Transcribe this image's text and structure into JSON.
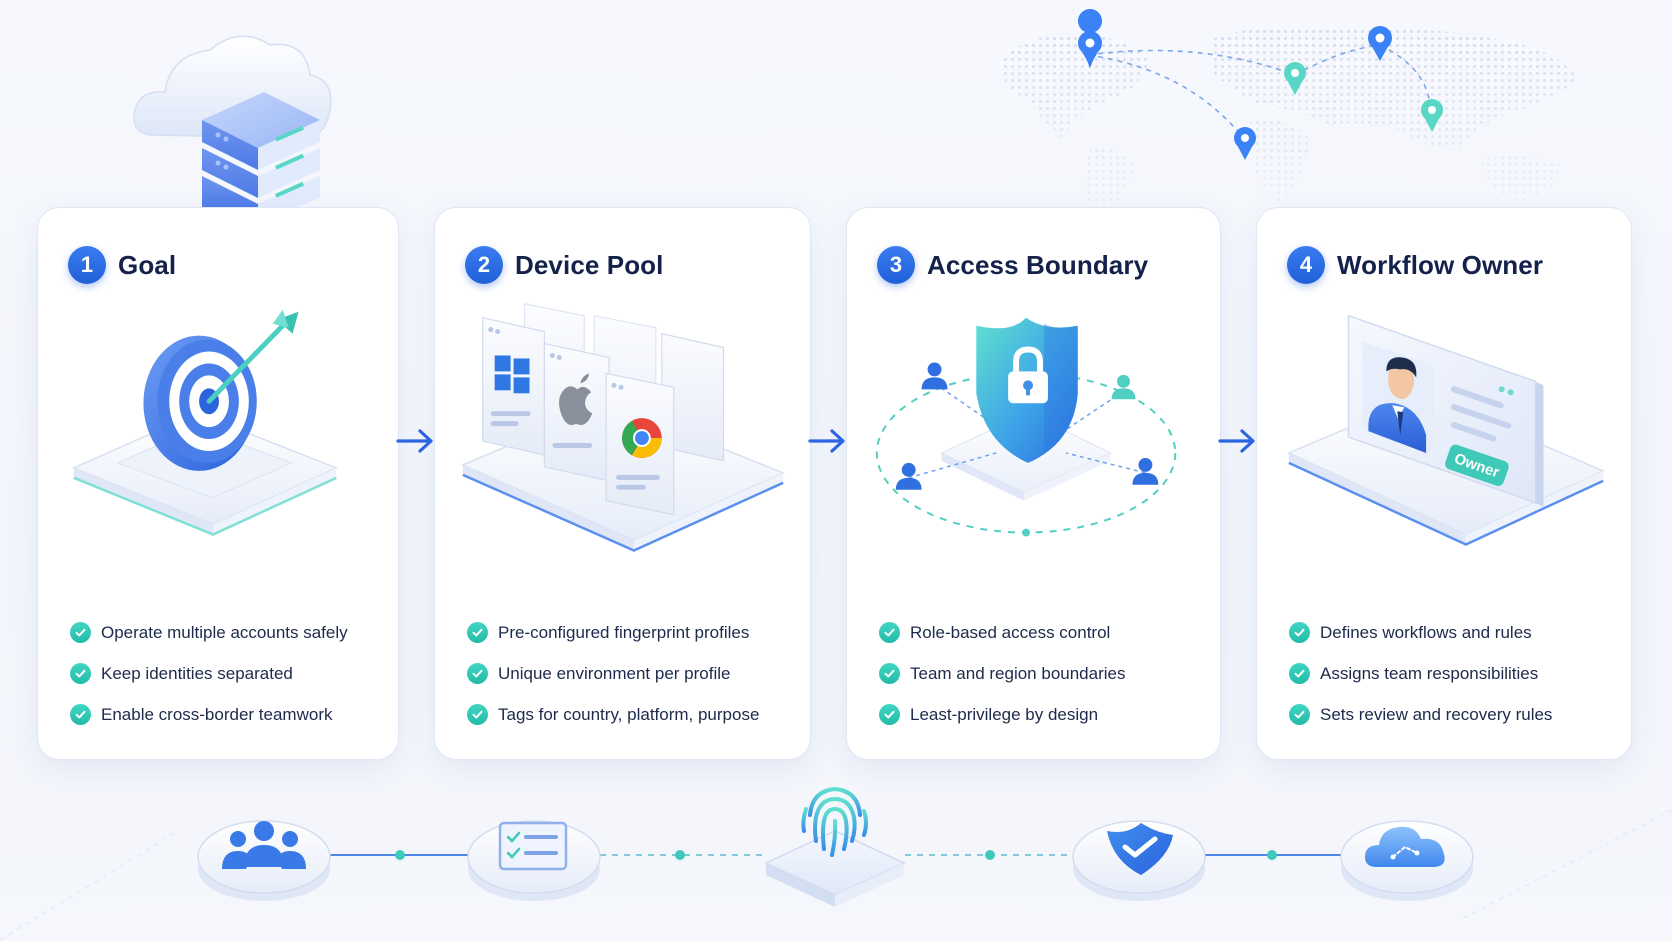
{
  "steps": [
    {
      "number": "1",
      "title": "Goal",
      "illustration": "target-icon",
      "bullets": [
        "Operate multiple accounts safely",
        "Keep identities separated",
        "Enable cross-border teamwork"
      ]
    },
    {
      "number": "2",
      "title": "Device Pool",
      "illustration": "browser-profiles-icon",
      "bullets": [
        "Pre-configured fingerprint profiles",
        "Unique environment per profile",
        "Tags for country, platform, purpose"
      ]
    },
    {
      "number": "3",
      "title": "Access Boundary",
      "illustration": "shield-lock-icon",
      "bullets": [
        "Role-based access control",
        "Team and region boundaries",
        "Least-privilege by design"
      ]
    },
    {
      "number": "4",
      "title": "Workflow Owner",
      "illustration": "owner-profile-icon",
      "badge": "Owner",
      "bullets": [
        "Defines workflows and rules",
        "Assigns team responsibilities",
        "Sets review and recovery rules"
      ]
    }
  ],
  "bottom_nodes": [
    "team-icon",
    "checklist-icon",
    "fingerprint-icon",
    "shield-check-icon",
    "cloud-icon"
  ],
  "colors": {
    "primary_blue": "#2563eb",
    "teal_accent": "#2cc4b0",
    "title_navy": "#14214a",
    "card_border": "#dfe6f4"
  }
}
